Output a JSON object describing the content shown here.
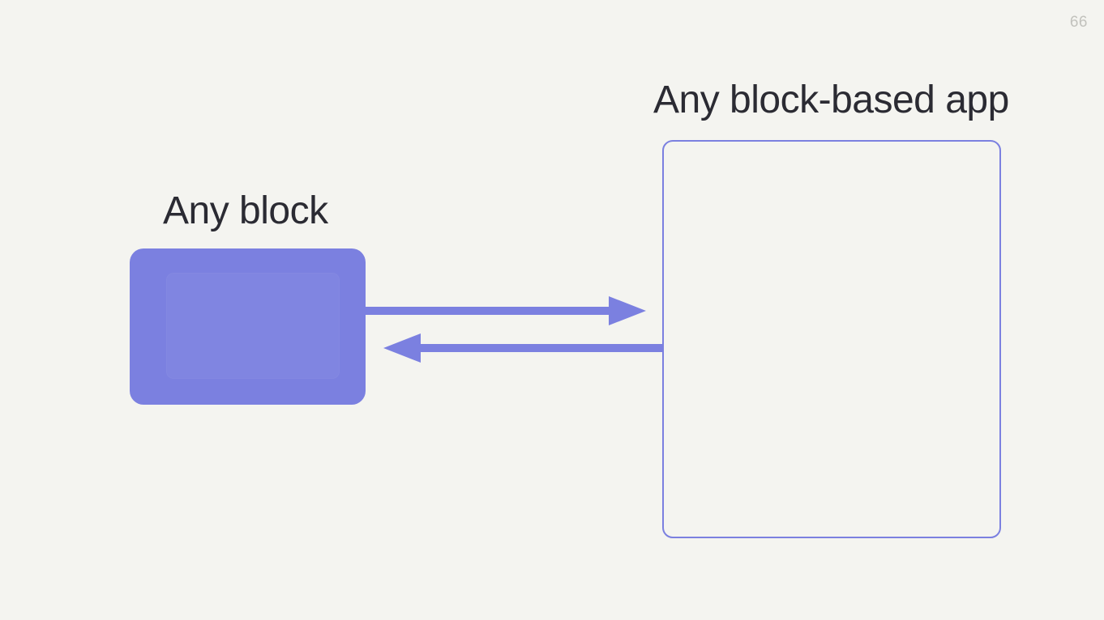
{
  "slide": {
    "background_color": "#f4f4f0",
    "page_number": "66",
    "page_number_color": "#c2c2bd"
  },
  "labels": {
    "block_label": "Any block",
    "app_label": "Any block-based app",
    "text_color": "#2b2b33"
  },
  "shapes": {
    "block": {
      "name": "Any block",
      "fill_color": "#7b80e0",
      "corner_radius": "17px"
    },
    "app_container": {
      "name": "Any block-based app",
      "border_color": "#7b80e0",
      "fill_color": "transparent",
      "corner_radius": "13px"
    }
  },
  "arrows": [
    {
      "name": "block-to-app",
      "direction": "right",
      "from": "Any block",
      "to": "Any block-based app",
      "color": "#7b80e0"
    },
    {
      "name": "app-to-block",
      "direction": "left",
      "from": "Any block-based app",
      "to": "Any block",
      "color": "#7b80e0"
    }
  ]
}
